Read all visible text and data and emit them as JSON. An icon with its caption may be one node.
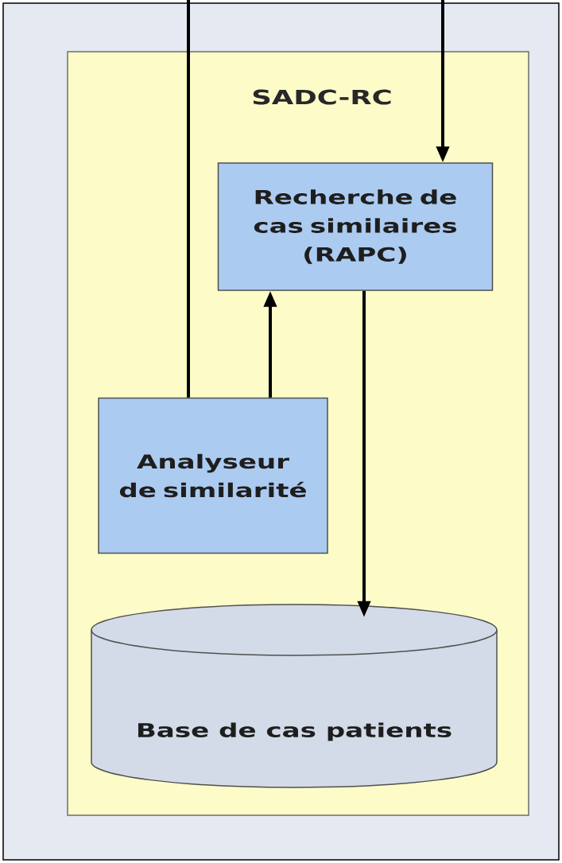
{
  "diagram": {
    "nodes": [
      {
        "text": [
          "SADC-RC"
        ]
      },
      {
        "text": [
          "Recherche de cas similaires (RAPC)"
        ],
        "in": 0
      },
      {
        "text": [
          "Analyseur de similarité"
        ],
        "in": 0
      },
      {
        "text": [
          "Base de cas patients"
        ],
        "in": 0
      }
    ],
    "edges": [
      {
        "from": null,
        "to": 1,
        "arrow": "to"
      },
      {
        "from": 2,
        "to": null,
        "arrow": "none"
      },
      {
        "from": 2,
        "to": 1,
        "arrow": "to"
      },
      {
        "from": 1,
        "to": 3,
        "arrow": "to"
      }
    ]
  }
}
